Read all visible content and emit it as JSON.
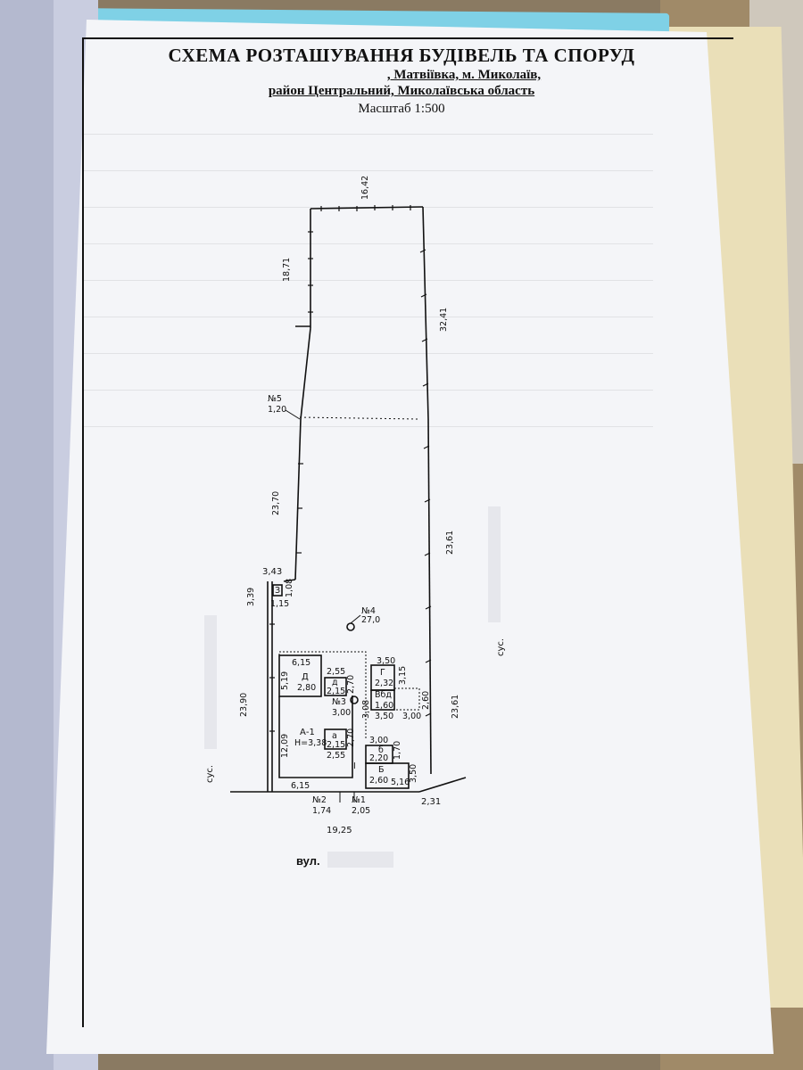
{
  "document": {
    "title": "СХЕМА РОЗТАШУВАННЯ БУДІВЕЛЬ ТА СПОРУД",
    "address_line1": ", Матвіївка, м. Миколаїв,",
    "address_line2": "район Центральний,      Миколаївська область",
    "scale": "Масштаб 1:500"
  },
  "plan": {
    "boundary_dims": {
      "top": "16,42",
      "upper_left": "18,71",
      "right_upper": "32,41",
      "left_mid": "23,70",
      "right_lower": "23,61",
      "right_outer": "23,61",
      "left_outer": "23,90",
      "bottom": "19,25",
      "offset_left_top": "3,43",
      "offset_left": "3,39",
      "small_1": "1,08",
      "small_2": "1,15",
      "right_corner": "2,31"
    },
    "points": {
      "no5_label": "№5",
      "no5_value": "1,20",
      "no4_label": "№4",
      "no4_value": "27,0",
      "no3_label": "№3",
      "no3_value": "3,00",
      "no2_label": "№2",
      "no2_value": "1,74",
      "no1_label": "№1",
      "no1_value": "2,05"
    },
    "buildings": {
      "z_label": "З",
      "d_width": "6,15",
      "d_label": "Д",
      "d_h": "5,19",
      "d_w": "2,80",
      "d2_w": "2,55",
      "d2_label": "д",
      "d2_h": "2,15",
      "d2_side": "2,70",
      "a1_label": "А-1",
      "a1_height": "Н=3,38",
      "a1_h": "12,09",
      "a1_bottom": "6,15",
      "a_label": "а",
      "a_w": "2,15",
      "a_h": "2,55",
      "a_side": "2,70",
      "mid_side": "3,08",
      "g_top": "3,50",
      "g_label": "Г",
      "g_w": "2,32",
      "g_h": "3,15",
      "vbd_label": "Вбд",
      "vbd_v": "1,60",
      "vbd_w": "3,50",
      "vbd_w2": "3,00",
      "vbd_side": "2,60",
      "b_top": "3,00",
      "b_small": "б",
      "b_small_w": "2,20",
      "b_small_h": "1,70",
      "b_label": "Б",
      "b_w": "2,60",
      "b_w2": "5,16",
      "b_h": "3,50",
      "roman": "I"
    },
    "neighbors": {
      "left": "сус.",
      "right": "сус."
    },
    "street_prefix": "вул."
  }
}
